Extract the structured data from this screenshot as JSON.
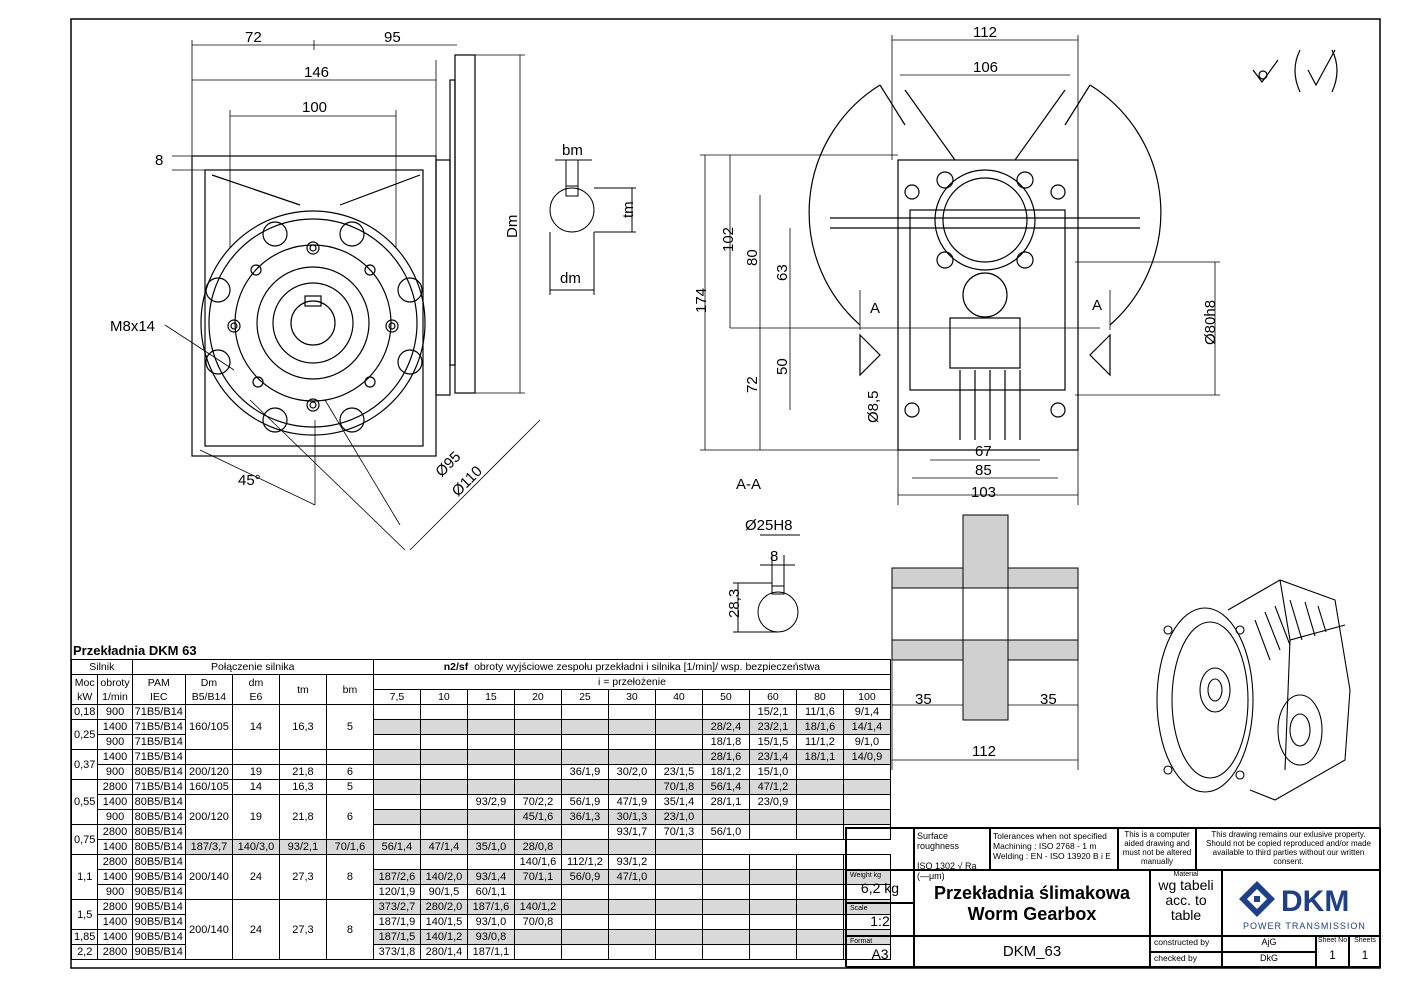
{
  "dimensions": {
    "front": [
      "72",
      "95",
      "146",
      "100",
      "8",
      "Dm",
      "M8x14",
      "45°",
      "Ø95",
      "Ø110"
    ],
    "key": [
      "bm",
      "tm",
      "dm"
    ],
    "side": [
      "112",
      "106",
      "102",
      "80",
      "63",
      "174",
      "72",
      "50",
      "Ø8,5",
      "67",
      "85",
      "103",
      "Ø80h8",
      "A",
      "A"
    ],
    "section_label": "A-A",
    "shaft": [
      "Ø25H8",
      "8",
      "28,3"
    ],
    "section": [
      "35",
      "35",
      "112"
    ]
  },
  "table": {
    "title": "Przekładnia DKM 63",
    "header": {
      "silnik": "Silnik",
      "polaczenie": "Połączenie silnika",
      "n2sf": "n2/sf",
      "n2sf_desc": "obroty wyjściowe zespołu przekładni i silnika [1/min]/ wsp. bezpieczeństwa",
      "ratio": "i = przełożenie",
      "moc": "Moc",
      "moc_u": "kW",
      "obroty": "obroty",
      "obroty_u": "1/min",
      "pam": "PAM",
      "pam_u": "IEC",
      "dm_label": "Dm",
      "dm_u": "B5/B14",
      "dm2": "dm",
      "dm2_u": "E6",
      "tm": "tm",
      "bm": "bm"
    },
    "ratios": [
      "7,5",
      "10",
      "15",
      "20",
      "25",
      "30",
      "40",
      "50",
      "60",
      "80",
      "100"
    ],
    "rows": [
      {
        "moc": "0,18",
        "n": "900",
        "pam": "71B5/B14",
        "dm": "160/105",
        "dmE": "14",
        "tm": "16,3",
        "bm": "5",
        "v": [
          "",
          "",
          "",
          "",
          "",
          "",
          "",
          "",
          "15/2,1",
          "11/1,6",
          "9/1,4"
        ],
        "g": false
      },
      {
        "moc": "0,25",
        "n": "1400",
        "pam": "71B5/B14",
        "v": [
          "",
          "",
          "",
          "",
          "",
          "",
          "",
          "28/2,4",
          "23/2,1",
          "18/1,6",
          "14/1,4"
        ],
        "g": true
      },
      {
        "n": "900",
        "pam": "71B5/B14",
        "v": [
          "",
          "",
          "",
          "",
          "",
          "",
          "",
          "18/1,8",
          "15/1,5",
          "11/1,2",
          "9/1,0"
        ],
        "g": false
      },
      {
        "moc": "0,37",
        "n": "1400",
        "pam": "71B5/B14",
        "v": [
          "",
          "",
          "",
          "",
          "",
          "",
          "",
          "28/1,6",
          "23/1,4",
          "18/1,1",
          "14/0,9"
        ],
        "g": true
      },
      {
        "n": "900",
        "pam": "80B5/B14",
        "dm": "200/120",
        "dmE": "19",
        "tm": "21,8",
        "bm": "6",
        "v": [
          "",
          "",
          "",
          "",
          "36/1,9",
          "30/2,0",
          "23/1,5",
          "18/1,2",
          "15/1,0",
          "",
          ""
        ],
        "g": false
      },
      {
        "moc": "0,55",
        "n": "2800",
        "pam": "71B5/B14",
        "dm": "160/105",
        "dmE": "14",
        "tm": "16,3",
        "bm": "5",
        "v": [
          "",
          "",
          "",
          "",
          "",
          "",
          "70/1,8",
          "56/1,4",
          "47/1,2",
          "",
          ""
        ],
        "g": true
      },
      {
        "n": "1400",
        "pam": "80B5/B14",
        "v": [
          "",
          "",
          "93/2,9",
          "70/2,2",
          "56/1,9",
          "47/1,9",
          "35/1,4",
          "28/1,1",
          "23/0,9",
          "",
          ""
        ],
        "g": false
      },
      {
        "n": "900",
        "pam": "80B5/B14",
        "v": [
          "",
          "",
          "",
          "45/1,6",
          "36/1,3",
          "30/1,3",
          "23/1,0",
          "",
          "",
          "",
          ""
        ],
        "g": true
      },
      {
        "moc": "0,75",
        "n": "2800",
        "pam": "80B5/B14",
        "dm": "200/120",
        "dmE": "19",
        "tm": "21,8",
        "bm": "6",
        "v": [
          "",
          "",
          "",
          "",
          "",
          "93/1,7",
          "70/1,3",
          "56/1,0",
          "",
          "",
          ""
        ],
        "g": false
      },
      {
        "n": "1400",
        "pam": "80B5/B14",
        "v": [
          "187/3,7",
          "140/3,0",
          "93/2,1",
          "70/1,6",
          "56/1,4",
          "47/1,4",
          "35/1,0",
          "28/0,8",
          "",
          "",
          ""
        ],
        "g": true
      },
      {
        "moc": "1,1",
        "n": "2800",
        "pam": "80B5/B14",
        "v": [
          "",
          "",
          "",
          "140/1,6",
          "112/1,2",
          "93/1,2",
          "",
          "",
          "",
          "",
          ""
        ],
        "g": false
      },
      {
        "n": "1400",
        "pam": "90B5/B14",
        "v": [
          "187/2,6",
          "140/2,0",
          "93/1,4",
          "70/1,1",
          "56/0,9",
          "47/1,0",
          "",
          "",
          "",
          "",
          ""
        ],
        "g": true
      },
      {
        "n": "900",
        "pam": "90B5/B14",
        "v": [
          "120/1,9",
          "90/1,5",
          "60/1,1",
          "",
          "",
          "",
          "",
          "",
          "",
          "",
          ""
        ],
        "g": false
      },
      {
        "moc": "1,5",
        "n": "2800",
        "pam": "90B5/B14",
        "dm": "200/140",
        "dmE": "24",
        "tm": "27,3",
        "bm": "8",
        "v": [
          "373/2,7",
          "280/2,0",
          "187/1,6",
          "140/1,2",
          "",
          "",
          "",
          "",
          "",
          "",
          ""
        ],
        "g": true
      },
      {
        "n": "1400",
        "pam": "90B5/B14",
        "v": [
          "187/1,9",
          "140/1,5",
          "93/1,0",
          "70/0,8",
          "",
          "",
          "",
          "",
          "",
          "",
          ""
        ],
        "g": false
      },
      {
        "moc": "1,85",
        "n": "1400",
        "pam": "90B5/B14",
        "v": [
          "187/1,5",
          "140/1,2",
          "93/0,8",
          "",
          "",
          "",
          "",
          "",
          "",
          "",
          ""
        ],
        "g": true
      },
      {
        "moc": "2,2",
        "n": "2800",
        "pam": "90B5/B14",
        "v": [
          "373/1,8",
          "280/1,4",
          "187/1,1",
          "",
          "",
          "",
          "",
          "",
          "",
          "",
          ""
        ],
        "g": false
      }
    ]
  },
  "title_block": {
    "surface_roughness": "Surface roughness",
    "iso_rough": "ISO 1302",
    "ra_label": "Ra",
    "um_label": "(—μm)",
    "tolerances": "Tolerances when not specified",
    "machining": "Machining : ISO 2768 - 1    m",
    "welding": "Welding : EN - ISO 13920   B i E",
    "computer_note": "This is a computer aided drawing and must not be altered manually",
    "property_note": "This drawing remains our exlusive property. Should not be copied reproduced and/or made available to third parties without our written consent.",
    "weight_label": "Weight kg",
    "weight": "6,2 kg",
    "scale_label": "Scale",
    "scale": "1:2",
    "format_label": "Format",
    "format": "A3",
    "title_pl": "Przekładnia ślimakowa",
    "title_en": "Worm Gearbox",
    "material_label": "Material",
    "material": "wg tabeli acc. to table",
    "logo_text": "DKM",
    "logo_sub": "POWER TRANSMISSION",
    "drawing_no": "DKM_63",
    "constructed_label": "constructed by",
    "constructed": "AjG",
    "checked_label": "checked by",
    "checked": "DkG",
    "sheet_no_label": "Sheet No",
    "sheet_no": "1",
    "sheets_label": "Sheets",
    "sheets": "1"
  }
}
